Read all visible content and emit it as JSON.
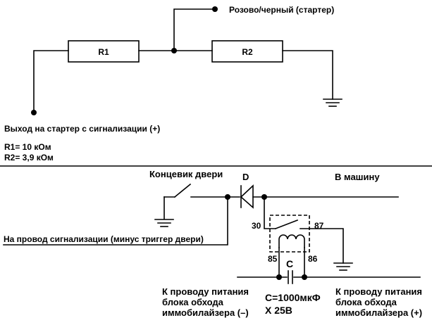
{
  "top_circuit": {
    "r1_label": "R1",
    "r2_label": "R2",
    "pink_black_label": "Розово/черный (стартер)",
    "output_label": "Выход на стартер с сигнализации (+)",
    "r1_value": "R1= 10 кОм",
    "r2_value": "R2= 3,9 кОм"
  },
  "bottom_circuit": {
    "door_switch_label": "Концевик двери",
    "diode_label": "D",
    "to_car_label": "В машину",
    "alarm_wire_label": "На провод сигнализации (минус триггер двери)",
    "pin30": "30",
    "pin87": "87",
    "pin85": "85",
    "pin86": "86",
    "cap_label": "C",
    "cap_value_line1": "C=1000мкФ",
    "cap_value_line2": "X 25B",
    "left_power_line1": "К проводу питания",
    "left_power_line2": "блока обхода",
    "left_power_line3": "иммобилайзера (–)",
    "right_power_line1": "К проводу питания",
    "right_power_line2": "блока обхода",
    "right_power_line3": "иммобилайзера (+)"
  }
}
